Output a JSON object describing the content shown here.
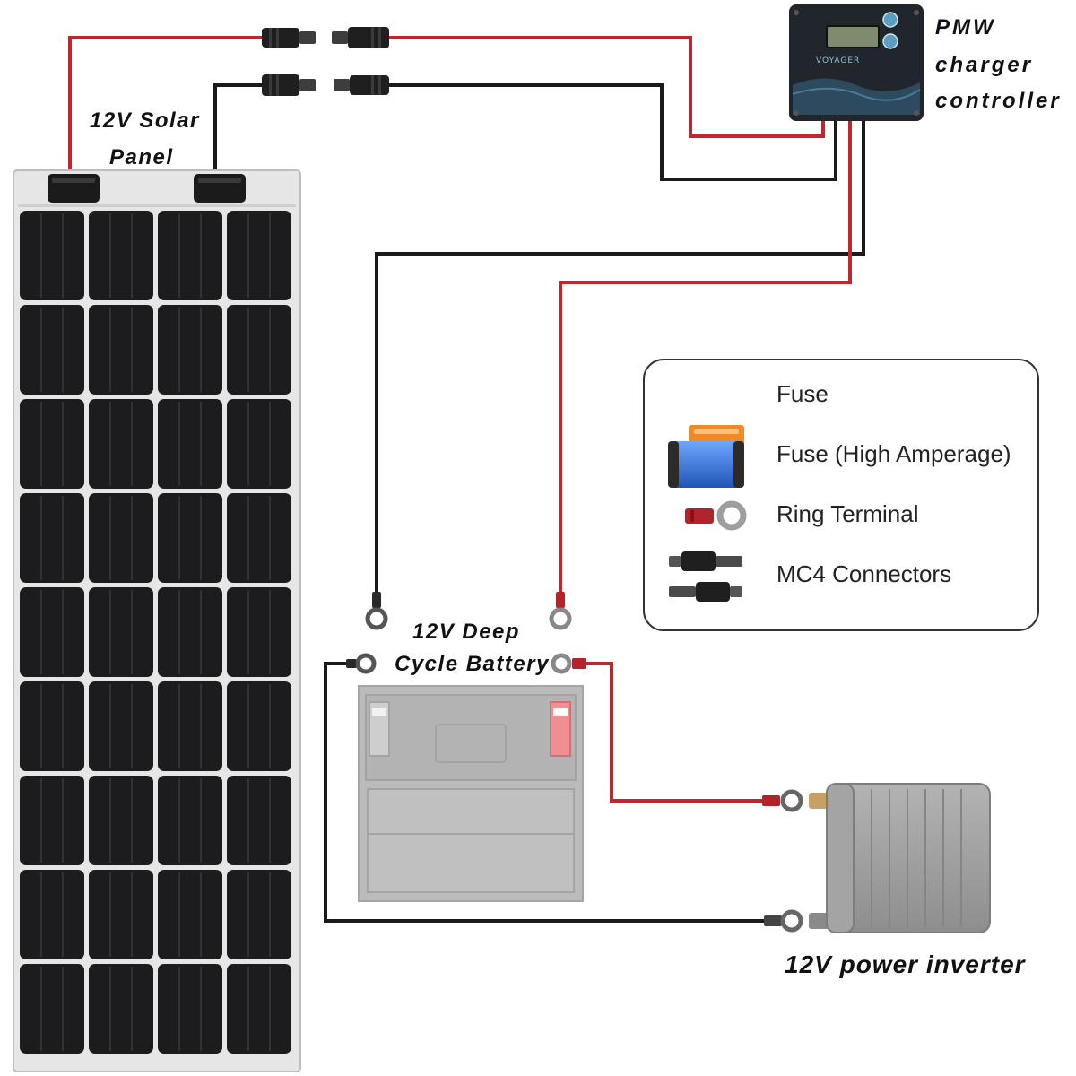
{
  "labels": {
    "solar_panel": [
      "12V Solar",
      "Panel"
    ],
    "charge_controller": [
      "PMW",
      "charger",
      "controller"
    ],
    "battery": [
      "12V Deep",
      "Cycle Battery"
    ],
    "inverter": "12V power inverter"
  },
  "device_text": {
    "controller_brand": "VOYAGER"
  },
  "legend": {
    "items": [
      {
        "label": "Fuse",
        "icon": "none"
      },
      {
        "label": "Fuse (High Amperage)",
        "icon": "high-amperage-fuse-icon"
      },
      {
        "label": "Ring Terminal",
        "icon": "ring-terminal-icon"
      },
      {
        "label": "MC4 Connectors",
        "icon": "mc4-connector-icon"
      }
    ]
  },
  "colors": {
    "positive_wire": "#c0272d",
    "negative_wire": "#1a1a1a",
    "panel_cell": "#1c1c1e",
    "panel_frame": "#e6e6e6",
    "fuse_body": "#2a6fd6",
    "fuse_top": "#f08a24"
  }
}
